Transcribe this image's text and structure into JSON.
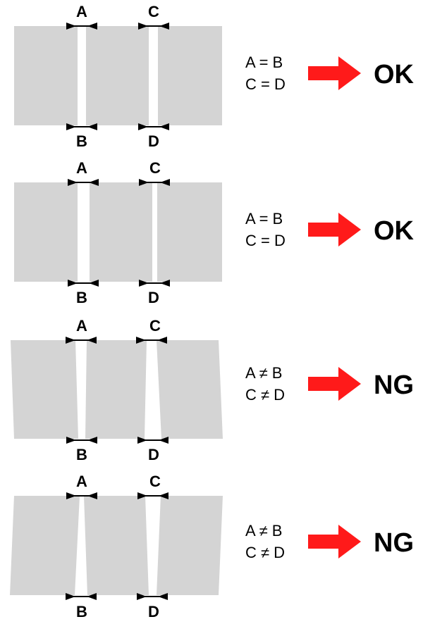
{
  "panels": [
    {
      "top_left": "A",
      "top_right": "C",
      "bottom_left": "B",
      "bottom_right": "D",
      "line1": "A = B",
      "line2": "C = D",
      "result": "OK"
    },
    {
      "top_left": "A",
      "top_right": "C",
      "bottom_left": "B",
      "bottom_right": "D",
      "line1": "A = B",
      "line2": "C = D",
      "result": "OK"
    },
    {
      "top_left": "A",
      "top_right": "C",
      "bottom_left": "B",
      "bottom_right": "D",
      "line1": "A ≠ B",
      "line2": "C ≠ D",
      "result": "NG"
    },
    {
      "top_left": "A",
      "top_right": "C",
      "bottom_left": "B",
      "bottom_right": "D",
      "line1": "A ≠ B",
      "line2": "C ≠ D",
      "result": "NG"
    }
  ],
  "colors": {
    "block": "#d4d4d4",
    "arrow": "#ff1a1a",
    "dimension": "#000000"
  }
}
